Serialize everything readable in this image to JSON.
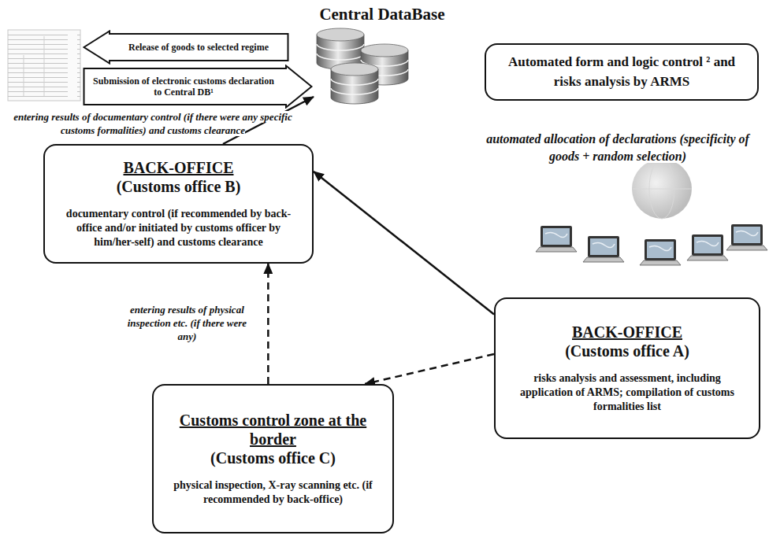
{
  "diagram": {
    "title": "Central DataBase",
    "nodes": [
      {
        "text": [
          "Release of goods to selected regime"
        ]
      },
      {
        "text": [
          "Submission of electronic customs declaration to Central DB¹"
        ]
      },
      {
        "text": [
          "Automated form and logic control ² and risks analysis by ARMS"
        ]
      },
      {
        "text": [
          "BACK-OFFICE",
          "(Customs office B)",
          "documentary control (if recommended by back-office and/or initiated by customs officer by him/her-self) and customs clearance"
        ]
      },
      {
        "text": [
          "BACK-OFFICE",
          "(Customs office A)",
          "risks analysis and assessment, including application of ARMS; compilation of customs formalities list"
        ]
      },
      {
        "text": [
          "Customs control zone at the border",
          "(Customs office C)",
          "physical inspection, X-ray scanning etc. (if recommended by back-office)"
        ]
      }
    ],
    "edges": [
      {
        "from": 4,
        "to": 3,
        "arrow": "to"
      },
      {
        "from": 4,
        "to": 5,
        "arrow": "to"
      },
      {
        "from": 5,
        "to": 3,
        "label": "entering results of physical inspection etc. (if there were any)",
        "arrow": "to"
      }
    ],
    "labels": [
      "entering results of documentary control (if there were any specific customs formalities) and customs clearance",
      "automated allocation of declarations (specificity of goods + random selection)"
    ]
  }
}
